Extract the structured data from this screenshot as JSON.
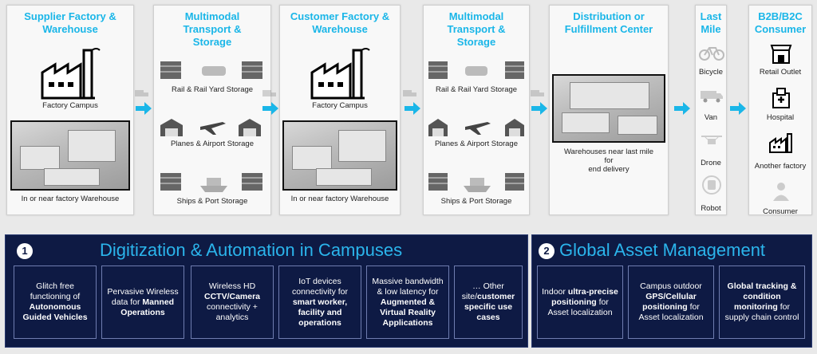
{
  "columns": {
    "supplier": {
      "title": "Supplier Factory & Warehouse",
      "campus": "Factory Campus",
      "warehouse": "In or near factory Warehouse"
    },
    "transport1": {
      "title": "Multimodal Transport & Storage",
      "rail": "Rail & Rail Yard Storage",
      "planes": "Planes & Airport Storage",
      "ships": "Ships & Port Storage"
    },
    "customer": {
      "title": "Customer Factory & Warehouse",
      "campus": "Factory Campus",
      "warehouse": "In or near factory Warehouse"
    },
    "transport2": {
      "title": "Multimodal Transport & Storage",
      "rail": "Rail & Rail Yard Storage",
      "planes": "Planes & Airport Storage",
      "ships": "Ships & Port Storage"
    },
    "distribution": {
      "title": "Distribution or Fulfillment Center",
      "caption_line1": "Warehouses near last mile",
      "caption_line2": "for",
      "caption_line3": "end delivery"
    },
    "lastmile": {
      "title": "Last Mile",
      "items": [
        "Bicycle",
        "Van",
        "Drone",
        "Robot"
      ]
    },
    "consumer": {
      "title": "B2B/B2C Consumer",
      "items": [
        "Retail Outlet",
        "Hospital",
        "Another factory",
        "Consumer"
      ]
    }
  },
  "panel1": {
    "number": "1",
    "title": "Digitization & Automation in Campuses",
    "cards": [
      {
        "plain": "Glitch free functioning of",
        "bold": "Autonomous Guided Vehicles",
        "after": ""
      },
      {
        "plain": "Pervasive Wireless data for",
        "bold": "Manned Operations",
        "after": ""
      },
      {
        "plain": "Wireless HD",
        "bold": "CCTV/Camera",
        "after": "connectivity + analytics"
      },
      {
        "plain": "IoT devices connectivity for",
        "bold": "smart worker, facility and operations",
        "after": ""
      },
      {
        "plain": "Massive bandwidth & low latency for",
        "bold": "Augmented & Virtual Reality Applications",
        "after": ""
      },
      {
        "plain": "… Other site/",
        "bold": "customer specific use cases",
        "after": ""
      }
    ]
  },
  "panel2": {
    "number": "2",
    "title": "Global Asset Management",
    "cards": [
      {
        "plain": "Indoor",
        "bold": "ultra-precise positioning",
        "after": "for Asset localization"
      },
      {
        "plain": "Campus outdoor",
        "bold": "GPS/Cellular positioning",
        "after": "for Asset localization"
      },
      {
        "plain": "",
        "bold": "Global tracking & condition monitoring",
        "after": "for supply chain control"
      }
    ]
  },
  "colors": {
    "accent": "#1ab6e8",
    "panel_bg": "#0e1a44",
    "arrow": "#1ab6e8"
  }
}
